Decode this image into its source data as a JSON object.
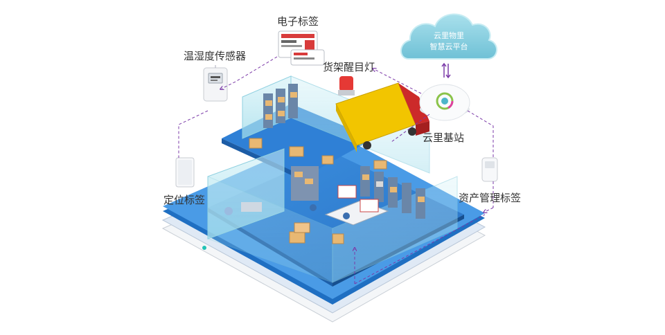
{
  "labels": {
    "electronic_tag": "电子标签",
    "temp_humidity_sensor": "温湿度传感器",
    "shelf_light": "货架醒目灯",
    "base_station": "云里基站",
    "positioning_tag": "定位标签",
    "asset_tag": "资产管理标签"
  },
  "cloud": {
    "line1": "云里物里",
    "line2": "智慧云平台"
  },
  "colors": {
    "floor_blue": "#2f7fd1",
    "glass": "#bfe9f3",
    "cloud": "#8ed2e3",
    "truck": "#f2c500",
    "link_purple": "#7b3aa8"
  }
}
